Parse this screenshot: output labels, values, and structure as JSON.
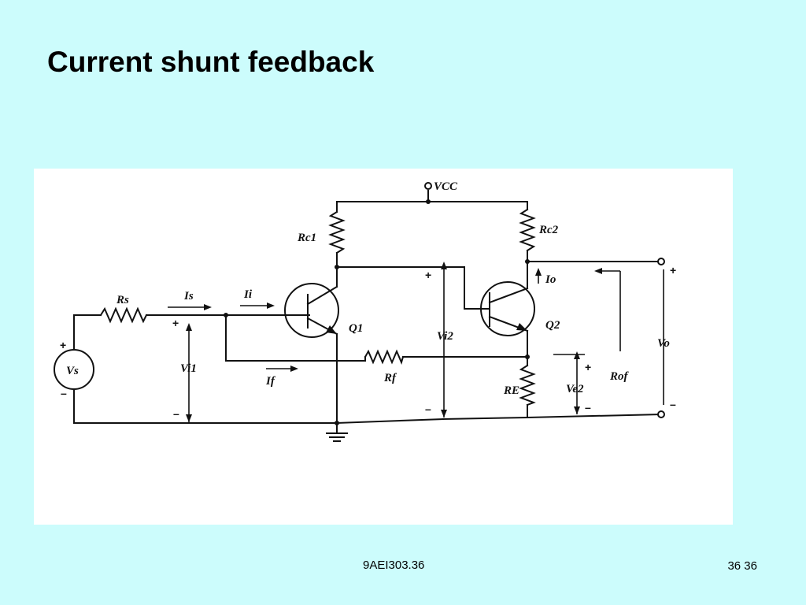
{
  "slide": {
    "title": "Current shunt feedback",
    "footer_code": "9AEI303.36",
    "page_number": "36 36"
  },
  "diagram": {
    "labels": {
      "vcc": "VCC",
      "rc1": "Rc1",
      "rc2": "Rc2",
      "rs": "Rs",
      "is": "Is",
      "ii": "Ii",
      "io": "Io",
      "vs": "Vs",
      "vi1": "Vi1",
      "vi2": "Vi2",
      "if": "If",
      "rf": "Rf",
      "re": "RE",
      "ve2": "Ve2",
      "rof": "Rof",
      "vo": "Vo",
      "q1": "Q1",
      "q2": "Q2"
    }
  }
}
